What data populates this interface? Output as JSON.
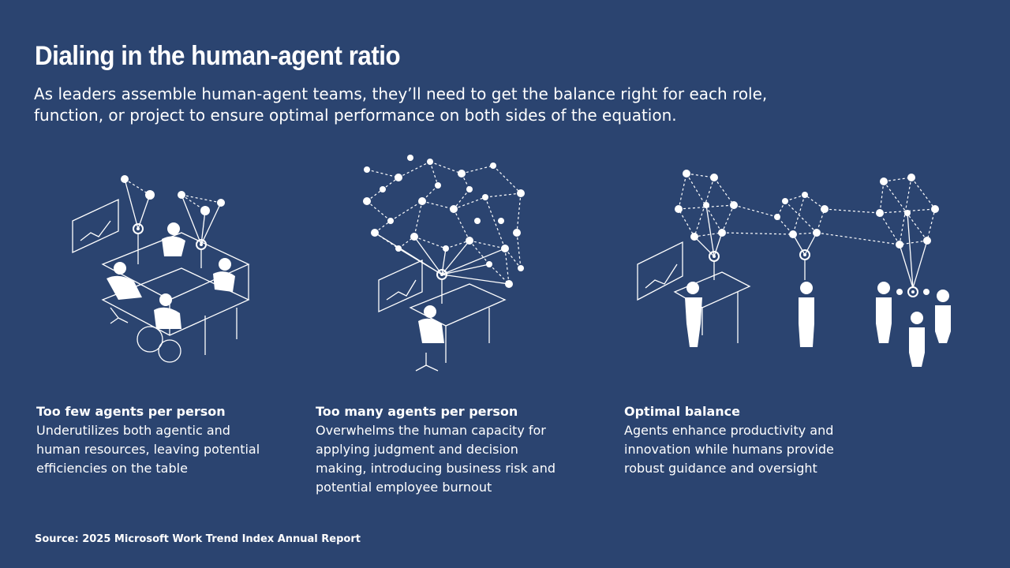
{
  "header": {
    "title": "Dialing in the human-agent ratio",
    "subtitle": "As leaders assemble human-agent teams, they’ll need to get the balance right for each role, function, or project to ensure optimal performance on both sides of the equation."
  },
  "columns": [
    {
      "heading": "Too few agents per person",
      "text": "Underutilizes both agentic and human resources, leaving potential efficiencies on the table"
    },
    {
      "heading": "Too many agents per person",
      "text": "Overwhelms the human capacity for applying judgment and decision making, introducing business risk and potential employee burnout"
    },
    {
      "heading": "Optimal balance",
      "text": "Agents enhance productivity and innovation while humans provide robust guidance and oversight"
    }
  ],
  "footer": {
    "source": "Source: 2025 Microsoft Work Trend Index Annual Report"
  },
  "colors": {
    "background": "#2b4470",
    "foreground": "#ffffff"
  },
  "icons": [
    "agent-network-icon",
    "office-workers-icon",
    "monitor-chart-icon",
    "standing-people-icon"
  ]
}
